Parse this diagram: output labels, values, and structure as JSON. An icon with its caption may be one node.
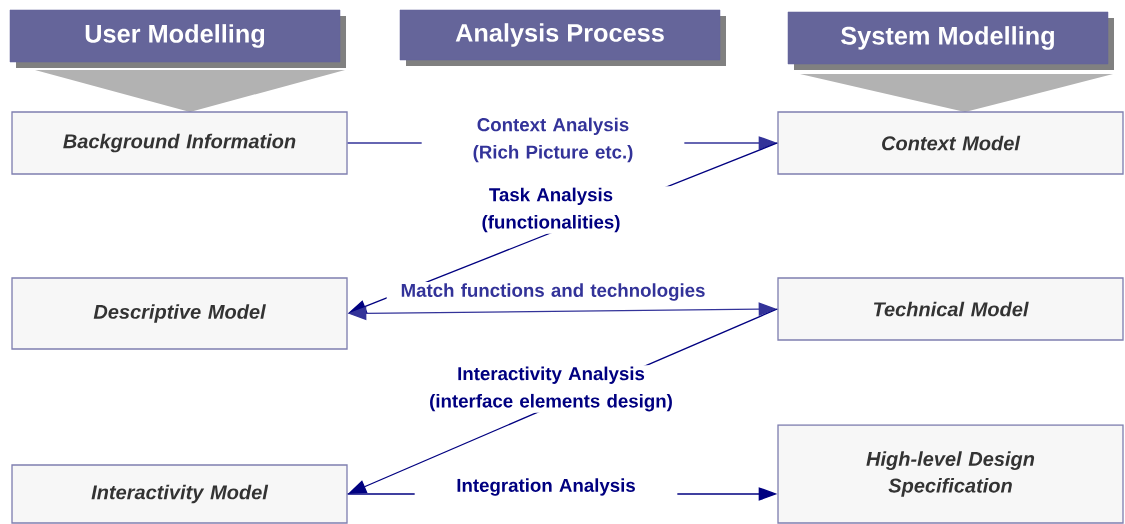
{
  "diagram": {
    "nodes": [
      {
        "text": [
          "User Modelling"
        ]
      },
      {
        "text": [
          "Analysis Process"
        ]
      },
      {
        "text": [
          "System Modelling"
        ]
      },
      {
        "text": [
          "Background Information"
        ]
      },
      {
        "text": [
          "Context Model"
        ]
      },
      {
        "text": [
          "Descriptive Model"
        ]
      },
      {
        "text": [
          "Technical Model"
        ]
      },
      {
        "text": [
          "Interactivity Model"
        ]
      },
      {
        "text": [
          "High-level Design Specification"
        ]
      }
    ],
    "edges": [
      {
        "from": 3,
        "to": 4,
        "arrow": "to",
        "label": "Context Analysis (Rich Picture etc.)",
        "color": "#333399"
      },
      {
        "from": 4,
        "to": 5,
        "arrow": "to",
        "label": "Task Analysis (functionalities)"
      },
      {
        "from": 5,
        "to": 6,
        "arrow": "both",
        "label": "Match functions and technologies",
        "color": "#333399"
      },
      {
        "from": 6,
        "to": 7,
        "arrow": "to",
        "label": "Interactivity Analysis (interface elements design)"
      },
      {
        "from": 7,
        "to": 8,
        "arrow": "to",
        "label": "Integration Analysis"
      }
    ]
  }
}
